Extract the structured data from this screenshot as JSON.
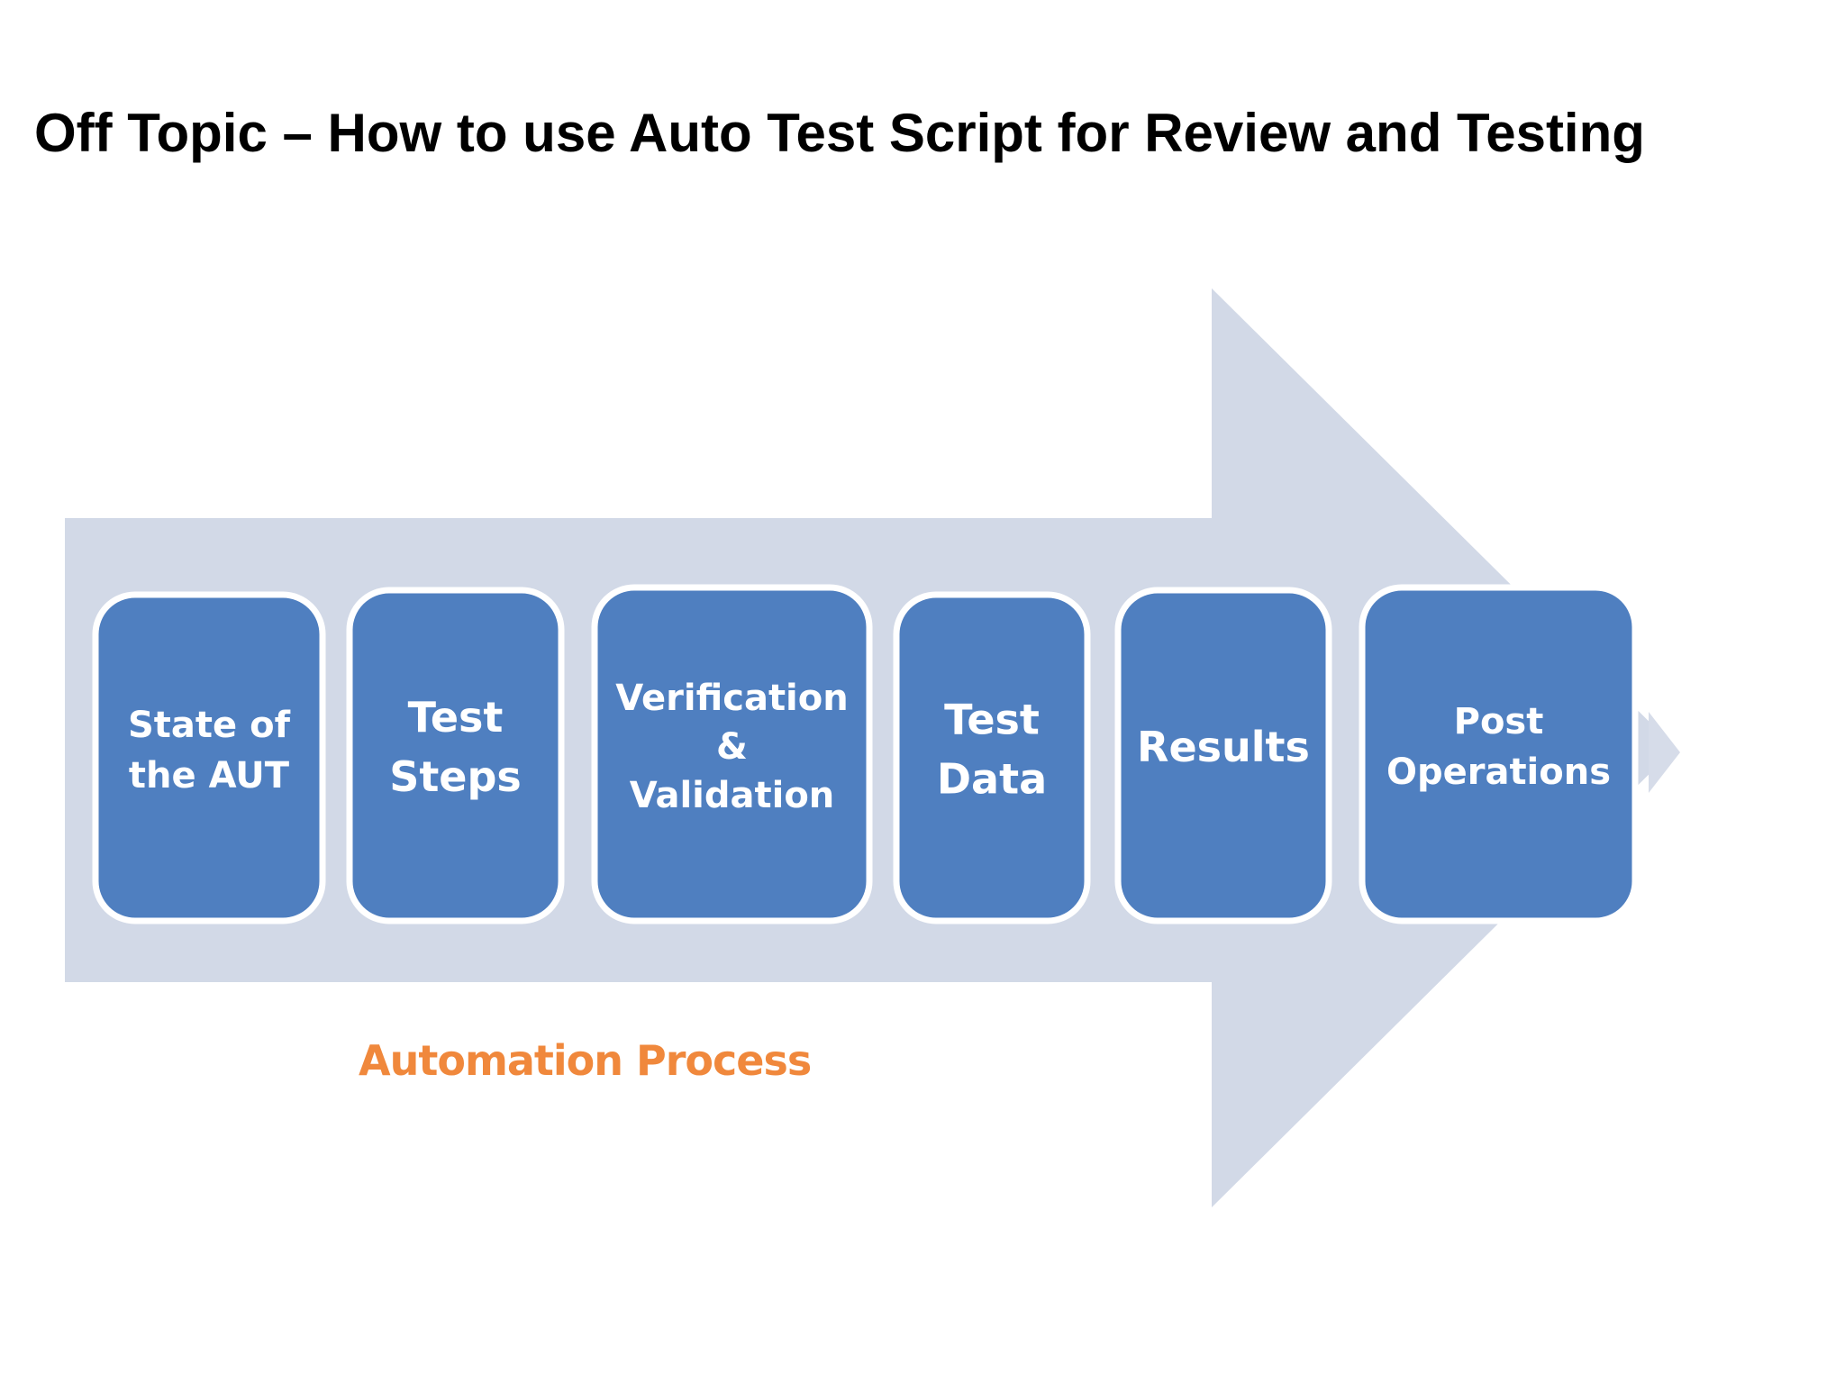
{
  "slide": {
    "title": "Off Topic – How to use Auto Test Script for Review and Testing"
  },
  "diagram": {
    "label": "Automation Process",
    "steps": [
      {
        "lines": [
          "State of",
          "the AUT"
        ]
      },
      {
        "lines": [
          "Test",
          "Steps"
        ]
      },
      {
        "lines": [
          "Verification",
          "&",
          "Validation"
        ]
      },
      {
        "lines": [
          "Test",
          "Data"
        ]
      },
      {
        "lines": [
          "Results"
        ]
      },
      {
        "lines": [
          "Post",
          "Operations"
        ]
      }
    ],
    "colors": {
      "arrow": "#d2d9e7",
      "box_fill": "#4f7fc0",
      "box_border": "#ffffff",
      "box_text": "#ffffff",
      "label": "#f0883c"
    }
  }
}
